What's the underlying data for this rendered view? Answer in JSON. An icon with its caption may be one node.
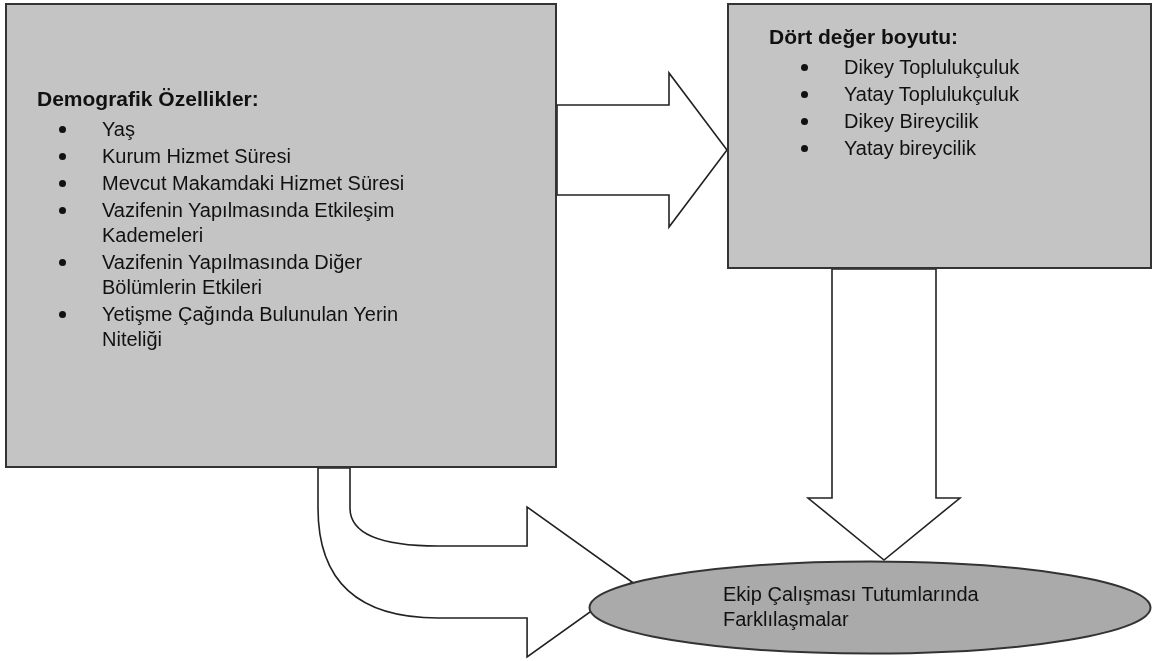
{
  "diagram": {
    "nodes": [
      {
        "text": [
          "Demografik Özellikler:",
          "Yaş",
          "Kurum Hizmet Süresi",
          "Mevcut Makamdaki Hizmet Süresi",
          "Vazifenin  Yapılmasında Etkileşim Kademeleri",
          "Vazifenin  Yapılmasında Diğer Bölümlerin Etkileri",
          "Yetişme Çağında Bulunulan Yerin Niteliği"
        ]
      },
      {
        "text": [
          "Dört değer boyutu:",
          "Dikey Toplulukçuluk",
          "Yatay Toplulukçuluk",
          "Dikey Bireycilik",
          "Yatay bireycilik"
        ]
      },
      {
        "text": [
          "Ekip Çalışması Tutumlarında Farklılaşmalar"
        ]
      }
    ],
    "edges": [
      {
        "from": 0,
        "to": 1,
        "arrow": "to"
      },
      {
        "from": 1,
        "to": 2,
        "arrow": "to"
      },
      {
        "from": 0,
        "to": 2,
        "arrow": "to"
      }
    ]
  }
}
